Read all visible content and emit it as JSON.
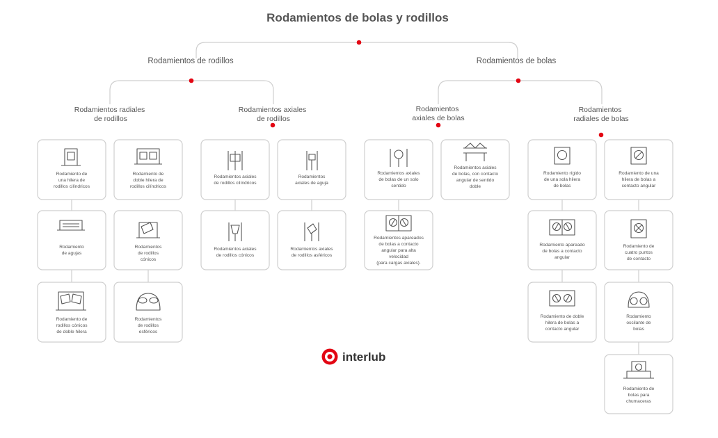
{
  "title": "Rodamientos de bolas y rodillos",
  "branches": {
    "rodillos": "Rodamientos de rodillos",
    "bolas": "Rodamientos de bolas"
  },
  "groups": {
    "radiales_rodillos": [
      "Rodamientos radiales",
      "de rodillos"
    ],
    "axiales_rodillos": [
      "Rodamientos axiales",
      "de rodillos"
    ],
    "axiales_bolas": [
      "Rodamientos",
      "axiales de bolas"
    ],
    "radiales_bolas": [
      "Rodamientos",
      "radiales de bolas"
    ]
  },
  "cards": {
    "c1": [
      "Rodamiento de",
      "una hilera de",
      "rodillos cilíndricos"
    ],
    "c2": [
      "Rodamiento",
      "de agujas"
    ],
    "c3": [
      "Rodamiento de",
      "rodillos cónicos",
      "de doble hilera"
    ],
    "c4": [
      "Rodamiento de",
      "doble hilera de",
      "rodillos cilíndricos"
    ],
    "c5": [
      "Rodamientos",
      "de rodillos",
      "cónicos"
    ],
    "c6": [
      "Rodamientos",
      "de rodillos",
      "esféricos"
    ],
    "c7": [
      "Rodamientos axiales",
      "de rodillos cilíndricos"
    ],
    "c8": [
      "Rodamientos axiales",
      "de rodillos cónicos"
    ],
    "c9": [
      "Rodamientos",
      "axiales de aguja"
    ],
    "c10": [
      "Rodamientos axiales",
      "de rodillos asféricos"
    ],
    "c11": [
      "Rodamientos axiales",
      "de bolas de un solo",
      "sentido"
    ],
    "c12": [
      "Rodamientos apareados",
      "de bolas a contacto",
      "angular para alta",
      "velocidad",
      "(para cargas axiales)."
    ],
    "c13": [
      "Rodamientos axiales",
      "de bolas, con contacto",
      "angular de sentido",
      "doble"
    ],
    "c14": [
      "Rodamiento rígido",
      "de una sola hilera",
      "de bolas"
    ],
    "c15": [
      "Rodamiento apareado",
      "de bolas a contacto",
      "angular"
    ],
    "c16": [
      "Rodamiento de doble",
      "hilera de bolas a",
      "contacto angular"
    ],
    "c17": [
      "Rodamiento de una",
      "hilera de bolas a",
      "contacto angular"
    ],
    "c18": [
      "Rodamiento de",
      "cuatro puntos",
      "de contacto"
    ],
    "c19": [
      "Rodamiento",
      "oscilante de",
      "bolas"
    ],
    "c20": [
      "Rodamiento de",
      "bolas para",
      "chumaceras"
    ]
  },
  "logo": {
    "text": "interlub"
  },
  "colors": {
    "accent": "#e30613",
    "text": "#555555",
    "line": "#cfcfcf"
  }
}
